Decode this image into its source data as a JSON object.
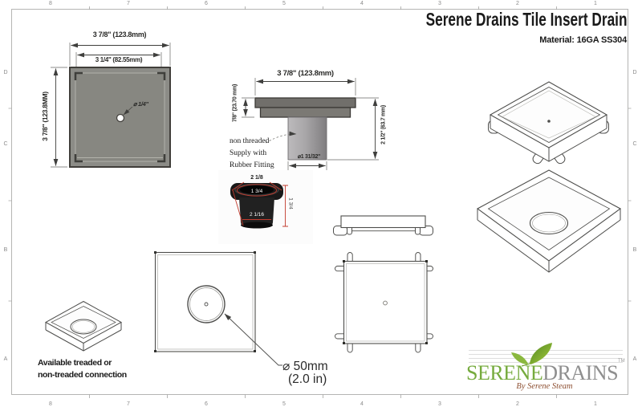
{
  "header": {
    "title": "Serene Drains Tile Insert Drain",
    "material": "Material:  16GA SS304"
  },
  "grid": {
    "cols": [
      "8",
      "7",
      "6",
      "5",
      "4",
      "3",
      "2",
      "1"
    ],
    "rows": [
      "D",
      "C",
      "B",
      "A"
    ]
  },
  "top_view": {
    "dim_outer_width": "3 7/8\" (123.8mm)",
    "dim_inner_width": "3 1/4\" (82.55mm)",
    "dim_height": "3 7/8\" (123.8MM)",
    "hole_dia": "⌀ 1/4\""
  },
  "side_view": {
    "dim_width": "3 7/8\" (123.8mm)",
    "dim_lip_height": "7/8\" (23.70 mm)",
    "dim_total_height": "2 1/2\" (63.7 mm)",
    "dim_outlet_dia": "⌀1 31/32\"",
    "note_line1": "non threaded",
    "note_line2": "Supply with",
    "note_line3": "Rubber Fitting"
  },
  "rubber_fitting": {
    "dim_top": "2 1/8",
    "dim_opening": "1 3/4",
    "dim_body": "2 1/16",
    "dim_height": "1 3/4"
  },
  "outlet_view": {
    "dia_value": "⌀ 50mm",
    "dia_inches": "(2.0 in)"
  },
  "connection_note": {
    "line1": "Available treaded or",
    "line2": "non-treaded connection"
  },
  "logo": {
    "name_part1": "SERENE",
    "name_part2": "DRAINS",
    "trademark": "TM",
    "tagline": "By Serene Steam"
  },
  "colors": {
    "drain_gray": "#8c8c87",
    "dim_red": "#c23b2e",
    "logo_green": "#76ab3e",
    "logo_gray": "#8f8f8f",
    "tagline_brown": "#8d4f31"
  }
}
